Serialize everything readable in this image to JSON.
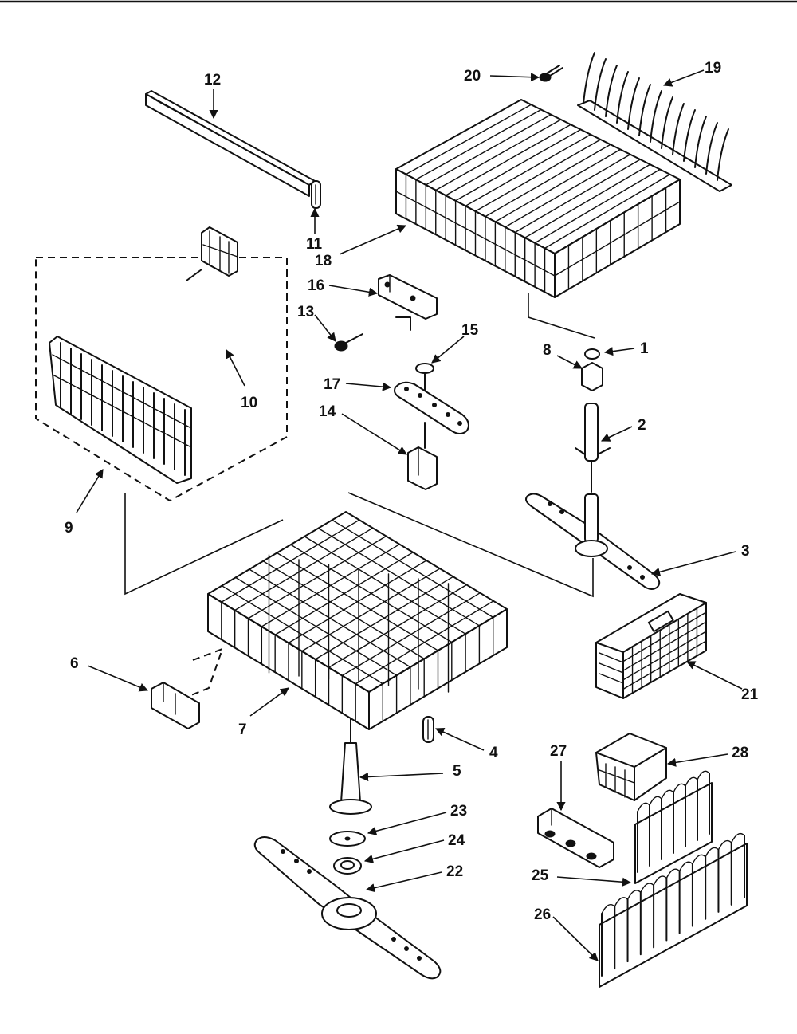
{
  "diagram": {
    "callouts": [
      {
        "id": "c1",
        "text": "1"
      },
      {
        "id": "c2",
        "text": "2"
      },
      {
        "id": "c3",
        "text": "3"
      },
      {
        "id": "c4",
        "text": "4"
      },
      {
        "id": "c5",
        "text": "5"
      },
      {
        "id": "c6",
        "text": "6"
      },
      {
        "id": "c7",
        "text": "7"
      },
      {
        "id": "c8",
        "text": "8"
      },
      {
        "id": "c9",
        "text": "9"
      },
      {
        "id": "c10",
        "text": "10"
      },
      {
        "id": "c11",
        "text": "11"
      },
      {
        "id": "c12",
        "text": "12"
      },
      {
        "id": "c13",
        "text": "13"
      },
      {
        "id": "c14",
        "text": "14"
      },
      {
        "id": "c15",
        "text": "15"
      },
      {
        "id": "c16",
        "text": "16"
      },
      {
        "id": "c17",
        "text": "17"
      },
      {
        "id": "c18",
        "text": "18"
      },
      {
        "id": "c19",
        "text": "19"
      },
      {
        "id": "c20",
        "text": "20"
      },
      {
        "id": "c21",
        "text": "21"
      },
      {
        "id": "c22",
        "text": "22"
      },
      {
        "id": "c23",
        "text": "23"
      },
      {
        "id": "c24",
        "text": "24"
      },
      {
        "id": "c25",
        "text": "25"
      },
      {
        "id": "c26",
        "text": "26"
      },
      {
        "id": "c27",
        "text": "27"
      },
      {
        "id": "c28",
        "text": "28"
      }
    ]
  }
}
